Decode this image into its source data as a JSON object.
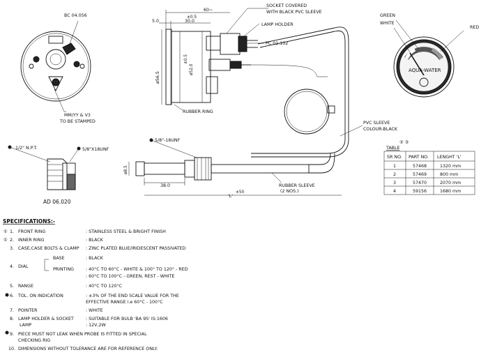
{
  "front_view": {
    "ref": "BC 04.056",
    "stamp_note_1": "MM/YY & V3",
    "stamp_note_2": "TO BE STAMPED"
  },
  "side_view": {
    "dim_60": "60~",
    "dim_05": "±0.5",
    "dim_30": "30.0",
    "dim_50": "5.0",
    "dia_565": "ø56.5",
    "dia_52": "ø52.0",
    "dia_tol": "±0.5",
    "socket_1": "SOCKET COVERED",
    "socket_2": "WITH BLACK PVC SLEEVE",
    "lamp_holder": "LAMP HOLDER",
    "pc": "PC 01.102",
    "rubber_ring": "RUBBER RING"
  },
  "dial": {
    "green": "GREEN",
    "white": "WHITE",
    "red": "RED",
    "face_text": "AQUA-WATER"
  },
  "pvc": {
    "l1": "PVC SLEEVE",
    "l2": "COLOUR-BLACK"
  },
  "probe": {
    "thread": "5/8\"-18UNF",
    "dia": "ø8.5",
    "dim_38": "38.0",
    "length": "'L'",
    "length_tol": "±50",
    "sleeve_1": "RUBBER SLEEVE",
    "sleeve_2": "(2 NOS.)"
  },
  "adaptor": {
    "npt": "1/2\" N.P.T.",
    "unf": "5/8\"X18UNF",
    "code": "AD 06.020"
  },
  "table": {
    "note_nums": "② ③",
    "title": "TABLE",
    "headers": [
      "SR NO.",
      "PART NO.",
      "LENGHT 'L'"
    ],
    "rows": [
      [
        "1",
        "57468",
        "1320 mm"
      ],
      [
        "2",
        "57469",
        "800 mm"
      ],
      [
        "3",
        "57470",
        "2070 mm"
      ],
      [
        "4",
        "59156",
        "1680 mm"
      ]
    ]
  },
  "specs": {
    "title": "SPECIFICATIONS:-",
    "items": [
      {
        "num": "1.",
        "label": "FRONT RING",
        "value": ": STAINLESS STEEL & BRIGHT FINISH",
        "mark": "①"
      },
      {
        "num": "2.",
        "label": "INNER RING",
        "value": ": BLACK",
        "mark": "①"
      },
      {
        "num": "3.",
        "label": "CASE,CASE BOLTS & CLAMP",
        "value": ": ZINC PLATED  BLUE/IRIDESCENT PASSIVATED",
        "mark": ""
      },
      {
        "num": "5.",
        "label": "RANGE",
        "value": ": 40°C TO 120°C",
        "mark": ""
      },
      {
        "num": "7.",
        "label": "POINTER",
        "value": ": WHITE",
        "mark": ""
      },
      {
        "num": "10.",
        "label": "DIMENSIONS WITHOUT TOLERANCE ARE FOR REFERENCE ONLY.",
        "value": "",
        "mark": ""
      }
    ],
    "dial_num": "4.",
    "dial_label": "DIAL",
    "dial_base": "BASE",
    "dial_base_value": ": BLACK",
    "dial_printing": "PRINTING",
    "dial_printing_1": ": 40°C TO 60°C  - WHITE & 100° TO 120° - RED",
    "dial_printing_2": ": 60°C TO 100°C - GREEN, REST - WHITE",
    "tol_num": "6.",
    "tol_label": "TOL. ON INDICATION",
    "tol_value_1": ": ±3% OF THE END SCALE VALUE FOR THE",
    "tol_value_2": "EFFECTIVE RANGE i.e 60°C - 100°C",
    "lamp_num": "8.",
    "lamp_label_1": "LAMP HOLDER & SOCKET",
    "lamp_label_2": "LAMP",
    "lamp_value_1": ": SUITABLE FOR BULB 'BA 9S' IS:1606",
    "lamp_value_2": ": 12V,2W",
    "leak_num": "9.",
    "leak_1": "PIECE MUST NOT LEAK WHEN PROBE IS FITTED IN SPECIAL",
    "leak_2": "CHECKING RIG"
  },
  "colors": {
    "ink": "#111111",
    "paper": "#ffffff"
  }
}
